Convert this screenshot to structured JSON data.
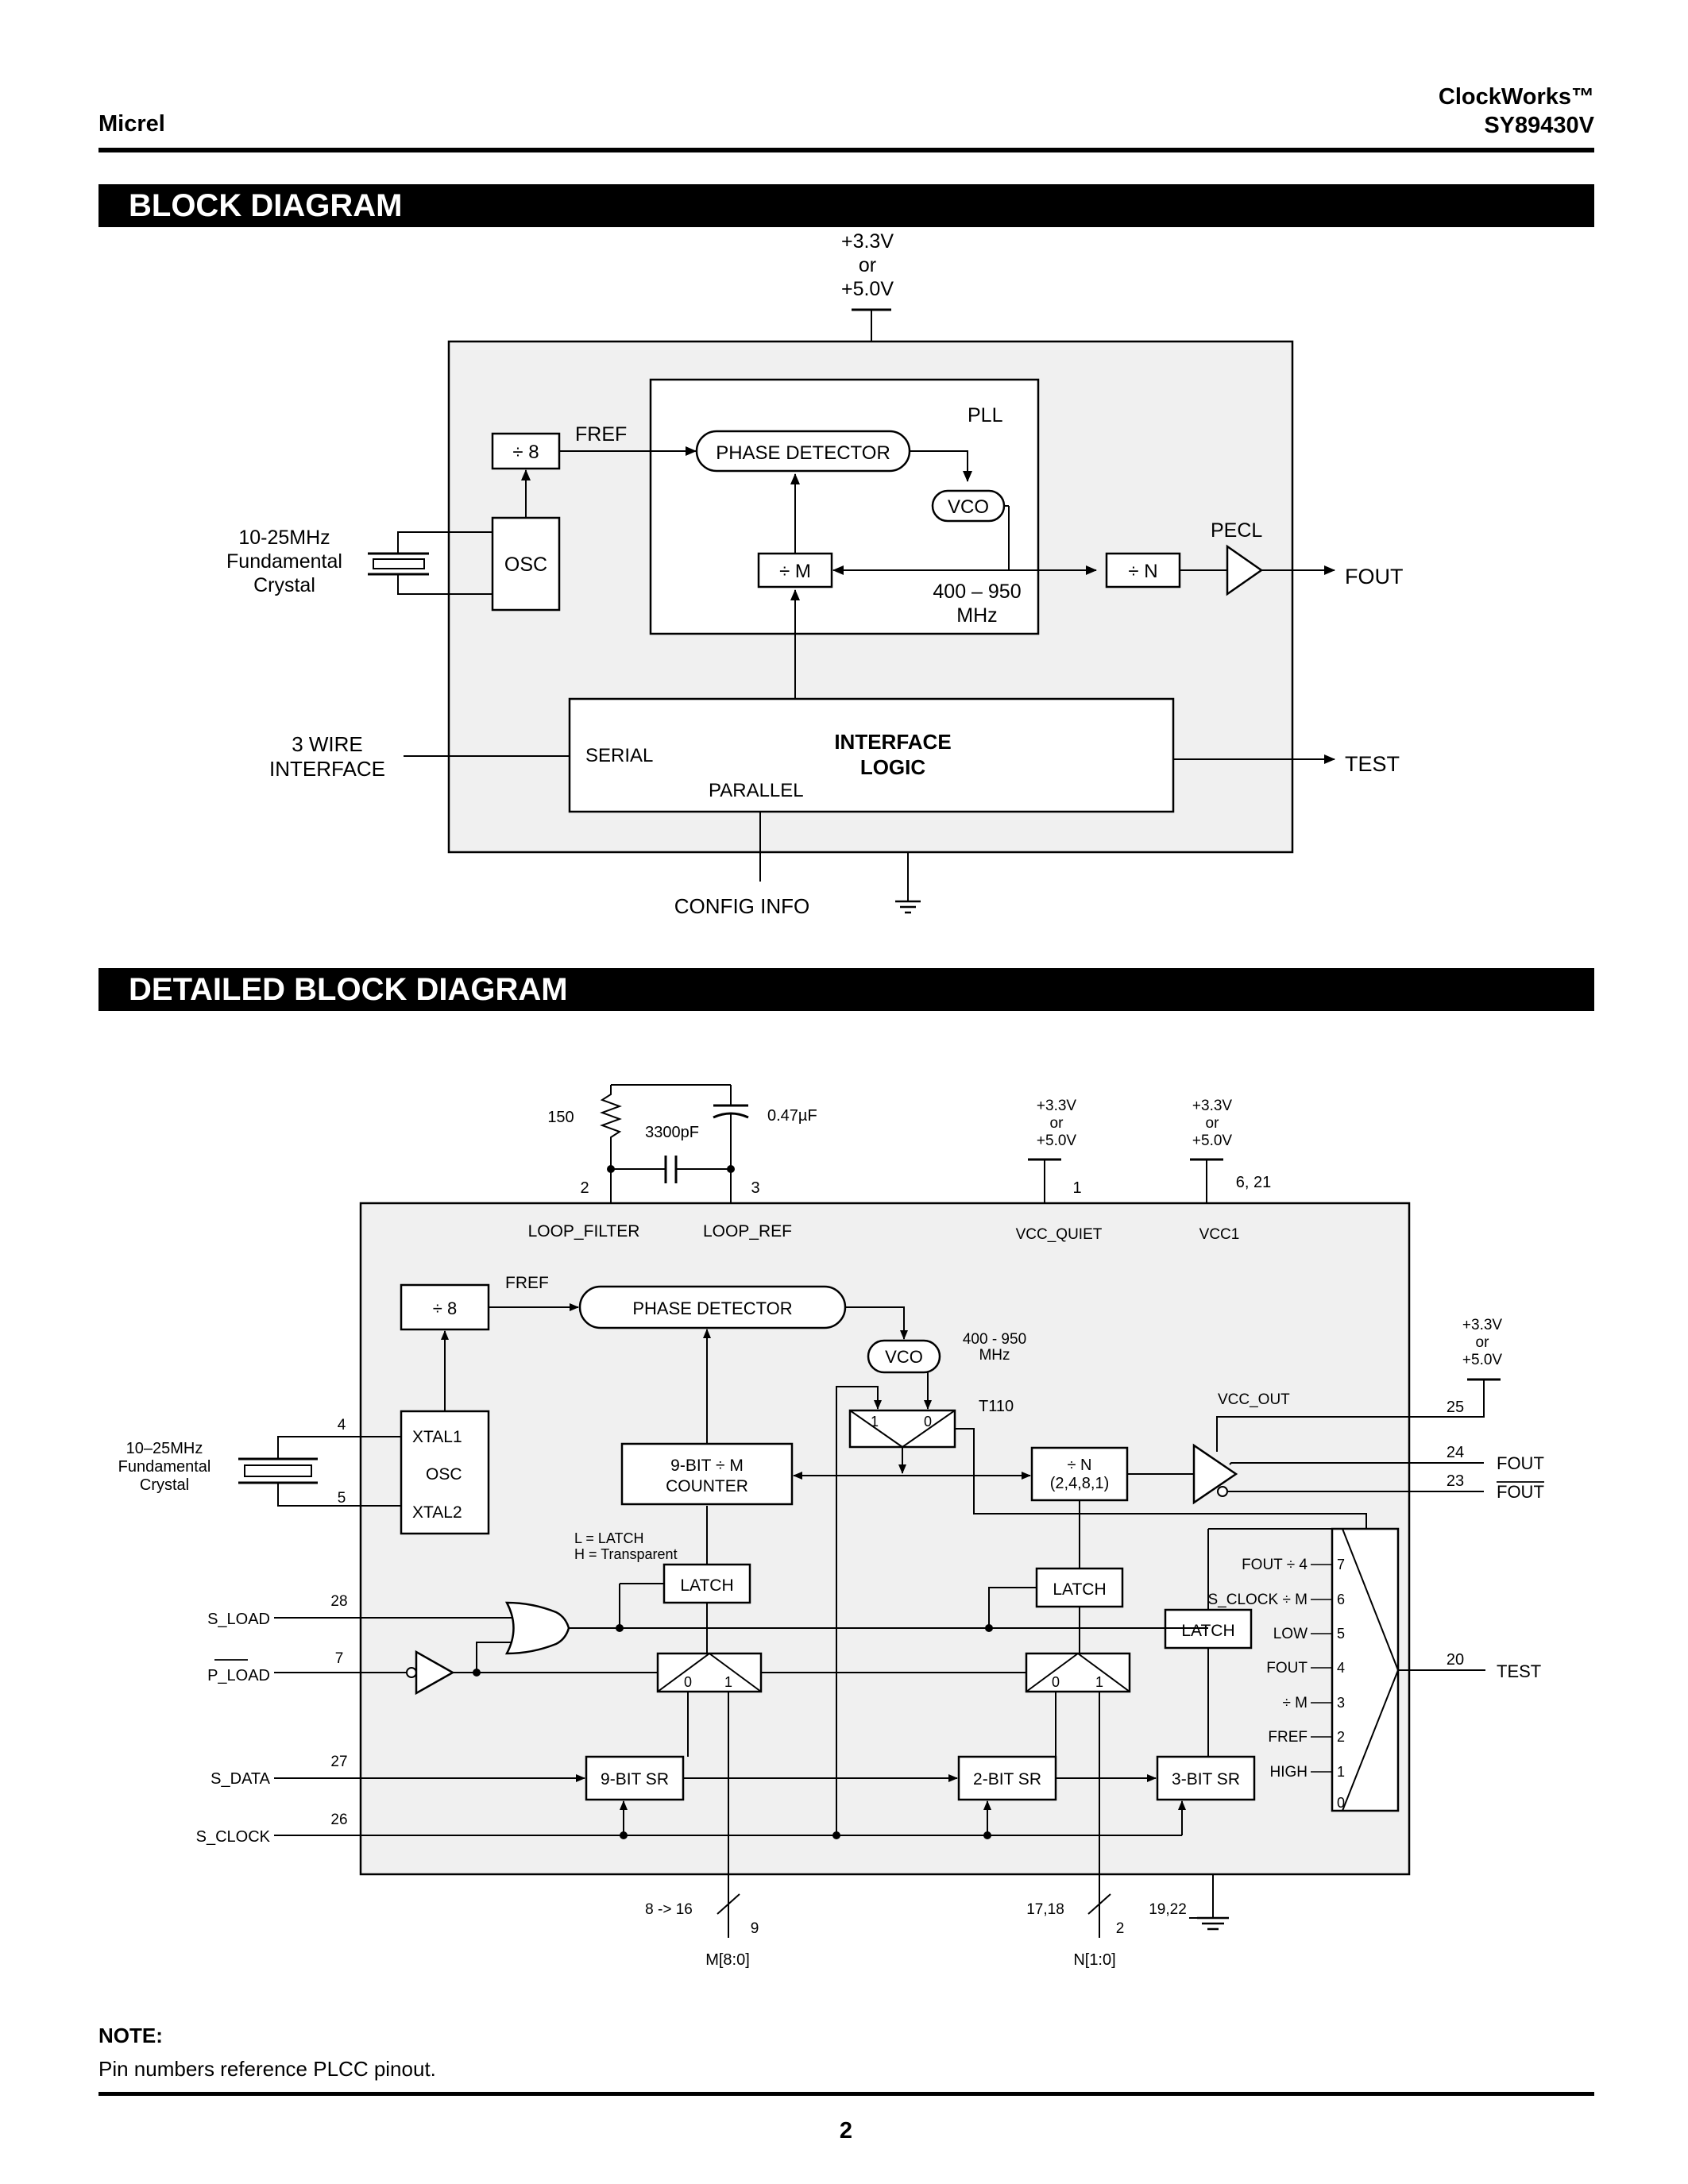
{
  "header": {
    "company": "Micrel",
    "product_line": "ClockWorks™",
    "part_number": "SY89430V"
  },
  "block_diagram": {
    "title": "BLOCK DIAGRAM",
    "supply": [
      "+3.3V",
      "or",
      "+5.0V"
    ],
    "crystal": [
      "10-25MHz",
      "Fundamental",
      "Crystal"
    ],
    "osc": "OSC",
    "div8": "÷ 8",
    "fref": "FREF",
    "pll": "PLL",
    "phase_detector": "PHASE DETECTOR",
    "vco": "VCO",
    "div_m": "÷ M",
    "freq_range": [
      "400 – 950",
      "MHz"
    ],
    "div_n": "÷ N",
    "pecl": "PECL",
    "fout": "FOUT",
    "wire_interface": [
      "3 WIRE",
      "INTERFACE"
    ],
    "serial": "SERIAL",
    "interface_logic": [
      "INTERFACE",
      "LOGIC"
    ],
    "parallel": "PARALLEL",
    "test": "TEST",
    "config_info": "CONFIG INFO"
  },
  "detailed_diagram": {
    "title": "DETAILED BLOCK DIAGRAM",
    "resistor": "150",
    "cap_series": "3300pF",
    "cap_parallel": "0.47µF",
    "pin_loop_filter": "2",
    "pin_loop_ref": "3",
    "loop_filter": "LOOP_FILTER",
    "loop_ref": "LOOP_REF",
    "supply": [
      "+3.3V",
      "or",
      "+5.0V"
    ],
    "pin_vcc_quiet": "1",
    "pin_vcc1": "6, 21",
    "vcc_quiet": "VCC_QUIET",
    "vcc1": "VCC1",
    "fref": "FREF",
    "div8": "÷ 8",
    "phase_detector": "PHASE DETECTOR",
    "vco": "VCO",
    "freq_range": [
      "400 - 950",
      "MHz"
    ],
    "t110": "T110",
    "mux_labels": [
      "1",
      "0"
    ],
    "vcc_out": "VCC_OUT",
    "pin_vcc_out": "25",
    "crystal": [
      "10–25MHz",
      "Fundamental",
      "Crystal"
    ],
    "pin_xtal1": "4",
    "pin_xtal2": "5",
    "xtal1": "XTAL1",
    "osc": "OSC",
    "xtal2": "XTAL2",
    "m_counter": [
      "9-BIT ÷ M",
      "COUNTER"
    ],
    "div_n": [
      "÷ N",
      "(2,4,8,1)"
    ],
    "pin_fout": "24",
    "pin_fout_bar": "23",
    "fout": "FOUT",
    "fout_bar": "FOUT",
    "latch_legend": [
      "L = LATCH",
      "H = Transparent"
    ],
    "latch": "LATCH",
    "test_mux_inputs": [
      {
        "label": "FOUT ÷ 4",
        "num": "7"
      },
      {
        "label": "S_CLOCK ÷ M",
        "num": "6"
      },
      {
        "label": "LOW",
        "num": "5"
      },
      {
        "label": "FOUT",
        "num": "4"
      },
      {
        "label": "÷ M",
        "num": "3"
      },
      {
        "label": "FREF",
        "num": "2"
      },
      {
        "label": "HIGH",
        "num": "1"
      },
      {
        "label": "",
        "num": "0"
      }
    ],
    "pin_s_load": "28",
    "s_load": "S_LOAD",
    "pin_p_load": "7",
    "p_load": "P_LOAD",
    "pin_test": "20",
    "test": "TEST",
    "pin_s_data": "27",
    "s_data": "S_DATA",
    "pin_s_clock": "26",
    "s_clock": "S_CLOCK",
    "sr9": "9-BIT SR",
    "sr2": "2-BIT SR",
    "sr3": "3-BIT SR",
    "m_pins": "8 -> 16",
    "m_bus_width": "9",
    "m_bus": "M[8:0]",
    "n_pins": "17,18",
    "n_bus_width": "2",
    "n_bus": "N[1:0]",
    "gnd_pins": "19,22"
  },
  "note": {
    "title": "NOTE:",
    "text": "Pin numbers reference PLCC pinout."
  },
  "page_number": "2"
}
